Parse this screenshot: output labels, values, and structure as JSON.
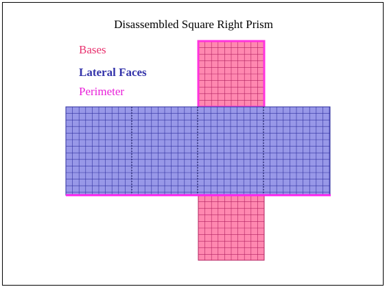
{
  "title": "Disassembled Square Right Prism",
  "legend": {
    "bases": "Bases",
    "lateral_faces": "Lateral Faces",
    "perimeter": "Perimeter"
  },
  "colors": {
    "base_fill": "#ff88b0",
    "base_border": "#ff33dd",
    "lateral_fill": "#9898e8",
    "grid_line_lateral": "#3030a0",
    "grid_line_base": "#b02060",
    "perimeter": "#ff22ee",
    "bases_text": "#e8316e",
    "lateral_text": "#3333aa",
    "perimeter_text": "#e81fd9"
  },
  "net": {
    "lateral_face_count": 4,
    "base_count": 2,
    "grid_cells_across_base": 10,
    "grid_cells_tall_lateral": 13
  }
}
